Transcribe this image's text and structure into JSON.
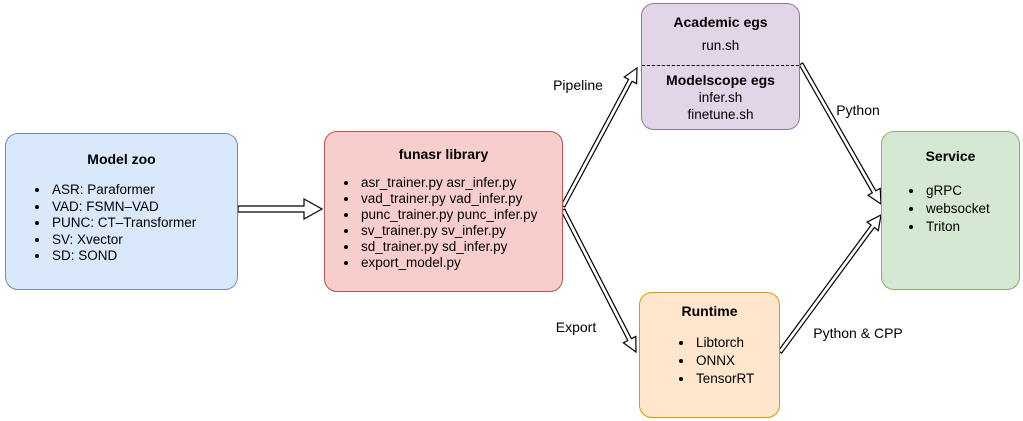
{
  "diagram": {
    "colors": {
      "background": "#ffffff",
      "arrow_stroke": "#000000",
      "arrow_fill": "#ffffff",
      "text": "#000000",
      "model_zoo_fill": "#dae8fc",
      "model_zoo_border": "#6c8ebf",
      "funasr_fill": "#f8cecc",
      "funasr_border": "#b85450",
      "egs_fill": "#e1d5e7",
      "egs_border": "#9673a6",
      "runtime_fill": "#ffe6cc",
      "runtime_border": "#d79b00",
      "service_fill": "#d5e8d4",
      "service_border": "#82b366"
    },
    "nodes": {
      "model_zoo": {
        "title": "Model zoo",
        "items": [
          "ASR: Paraformer",
          "VAD: FSMN–VAD",
          "PUNC: CT–Transformer",
          "SV: Xvector",
          "SD: SOND"
        ]
      },
      "funasr_library": {
        "title": "funasr library",
        "items": [
          "asr_trainer.py asr_infer.py",
          "vad_trainer.py vad_infer.py",
          "punc_trainer.py punc_infer.py",
          "sv_trainer.py sv_infer.py",
          "sd_trainer.py sd_infer.py",
          "export_model.py"
        ]
      },
      "egs": {
        "academic_title": "Academic egs",
        "academic_item": "run.sh",
        "modelscope_title": "Modelscope egs",
        "modelscope_items": [
          "infer.sh",
          "finetune.sh"
        ]
      },
      "runtime": {
        "title": "Runtime",
        "items": [
          "Libtorch",
          "ONNX",
          "TensorRT"
        ]
      },
      "service": {
        "title": "Service",
        "items": [
          "gRPC",
          "websocket",
          "Triton"
        ]
      }
    },
    "edges": {
      "pipeline": {
        "label": "Pipeline"
      },
      "python": {
        "label": "Python"
      },
      "export": {
        "label": "Export"
      },
      "python_cpp": {
        "label": "Python & CPP"
      }
    }
  }
}
